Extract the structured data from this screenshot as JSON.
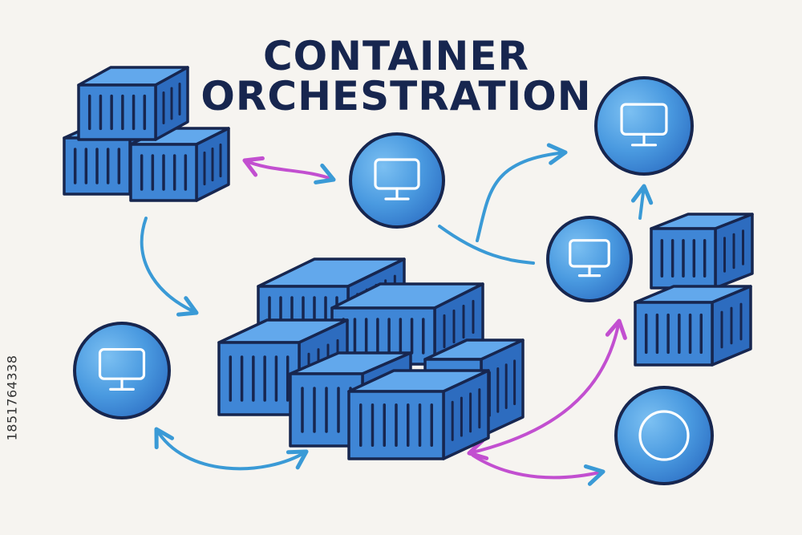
{
  "title": {
    "line1": "CONTAINER",
    "line2": "ORCHESTRATION"
  },
  "stock_id": "1851764338",
  "colors": {
    "background": "#f6f4f0",
    "outline": "#17264f",
    "container_front": "#3f86d6",
    "container_top": "#62a8ec",
    "container_side": "#2d6cbf",
    "node_fill": "#3a8ad8",
    "node_light": "#7cc0f2",
    "arrow_blue": "#3a9ad6",
    "arrow_magenta": "#c24fd0"
  },
  "icons": {
    "nodes": [
      "monitor-icon",
      "monitor-icon",
      "monitor-icon",
      "monitor-icon",
      "circle-icon"
    ],
    "clusters": [
      "container-stack-icon",
      "container-stack-icon",
      "container-stack-icon"
    ]
  }
}
